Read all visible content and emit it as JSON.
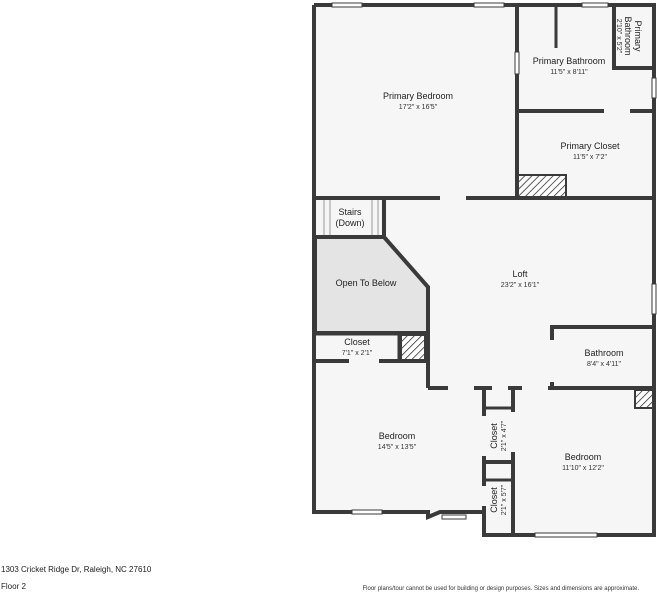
{
  "rooms": {
    "primary_bedroom": {
      "name": "Primary Bedroom",
      "dim": "17'2\" x 16'5\""
    },
    "primary_bathroom": {
      "name": "Primary Bathroom",
      "dim": "11'5\" x 8'11\""
    },
    "primary_bathroom_small": {
      "name1": "Primary",
      "name2": "Bathroom",
      "dim": "2'10\" x 5'2\""
    },
    "primary_closet": {
      "name": "Primary Closet",
      "dim": "11'5\" x 7'2\""
    },
    "stairs": {
      "name1": "Stairs",
      "name2": "(Down)"
    },
    "open_to_below": {
      "name": "Open To Below"
    },
    "loft": {
      "name": "Loft",
      "dim": "23'2\" x 16'1\""
    },
    "closet_hall": {
      "name": "Closet",
      "dim": "7'1\" x 2'1\""
    },
    "bathroom": {
      "name": "Bathroom",
      "dim": "8'4\" x 4'11\""
    },
    "bedroom_left": {
      "name": "Bedroom",
      "dim": "14'5\" x 13'5\""
    },
    "bedroom_right": {
      "name": "Bedroom",
      "dim": "11'10\" x 12'2\""
    },
    "closet_upper": {
      "name": "Closet",
      "dim": "2'1\" x 4'7\""
    },
    "closet_lower": {
      "name": "Closet",
      "dim": "2'1\" x 5'7\""
    }
  },
  "footer": {
    "address": "1303 Cricket Ridge Dr, Raleigh, NC 27610",
    "floor": "Floor 2",
    "disclaimer": "Floor plans/tour cannot be used for building or design purposes. Sizes and dimensions are approximate."
  },
  "colors": {
    "wall": "#3a3a3a",
    "floor": "#f6f6f6",
    "open_to_below": "#e4e4e4",
    "window": "#ffffff"
  }
}
